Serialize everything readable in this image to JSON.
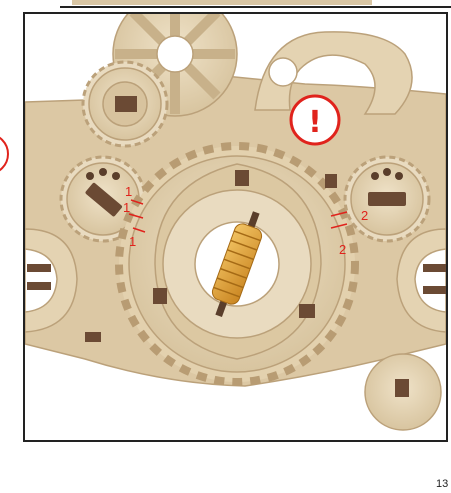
{
  "page": {
    "number": "13"
  },
  "figure": {
    "warning_icon": "exclamation-circle-icon",
    "warning_glyph": "!",
    "colors": {
      "wood_light": "#e6d6b8",
      "wood_mid": "#d4bf98",
      "wood_edge": "#bba17a",
      "peg_dark": "#6b4a34",
      "spring_gold": "#e0a43a",
      "annotation_red": "#e0231c"
    },
    "left_marks": [
      "1",
      "1",
      "1"
    ],
    "right_marks": [
      "2",
      "2"
    ]
  }
}
